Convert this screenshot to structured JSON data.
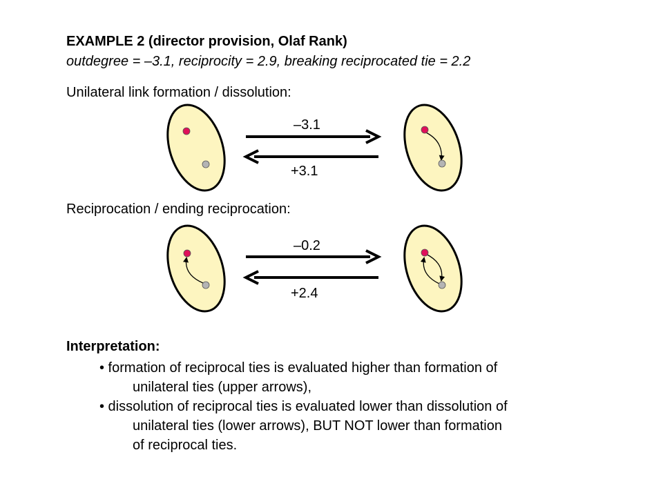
{
  "header": {
    "title": "EXAMPLE 2 (director provision, Olaf Rank)",
    "subtitle": "outdegree = –3.1, reciprocity = 2.9, breaking reciprocated tie = 2.2"
  },
  "sections": [
    {
      "label": "Unilateral link formation / dissolution:",
      "forward_value": "–3.1",
      "backward_value": "+3.1"
    },
    {
      "label": "Reciprocation / ending reciprocation:",
      "forward_value": "–0.2",
      "backward_value": "+2.4"
    }
  ],
  "interpretation": {
    "heading": "Interpretation:",
    "bullet1_line1": "• formation of reciprocal ties is evaluated higher than formation of",
    "bullet1_line2": "unilateral ties (upper arrows),",
    "bullet2_line1": "• dissolution of reciprocal ties is evaluated lower than dissolution of",
    "bullet2_line2": "unilateral ties (lower arrows), BUT NOT lower than formation",
    "bullet2_line3": "of reciprocal ties."
  },
  "colors": {
    "ellipse_fill": "#fdf5c0",
    "top_node": "#e0105a",
    "bottom_node": "#b4b4b4",
    "arrow": "#000000"
  }
}
